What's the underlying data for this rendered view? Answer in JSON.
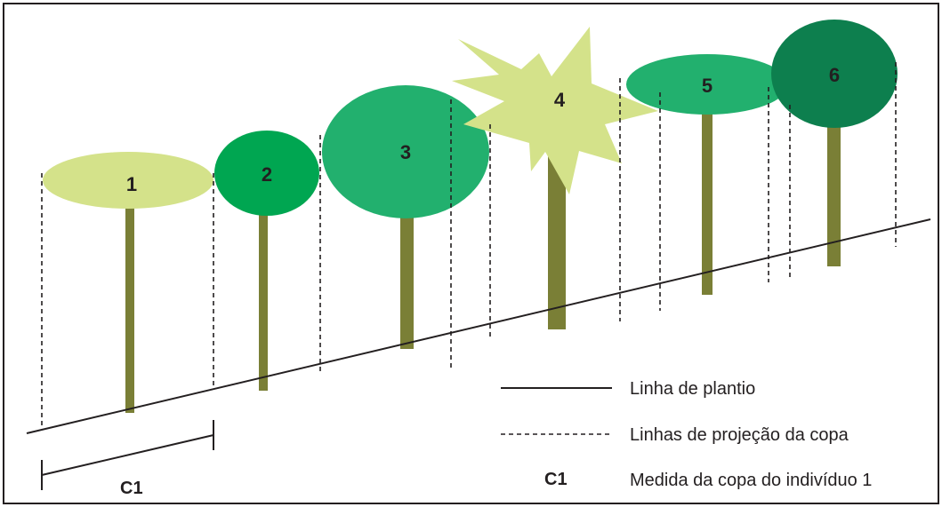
{
  "colors": {
    "frame": "#231f20",
    "trunk": "#7a7f36",
    "light_green": "#d4e28a",
    "medium_green": "#00a651",
    "teal_green": "#22b06e",
    "dark_green": "#0d7f4e"
  },
  "trees": [
    {
      "label": "1",
      "crown_shape": "ellipse",
      "crown_color": "#d4e28a"
    },
    {
      "label": "2",
      "crown_shape": "ellipse",
      "crown_color": "#00a651"
    },
    {
      "label": "3",
      "crown_shape": "ellipse",
      "crown_color": "#22b06e"
    },
    {
      "label": "4",
      "crown_shape": "starburst",
      "crown_color": "#d4e28a"
    },
    {
      "label": "5",
      "crown_shape": "ellipse",
      "crown_color": "#22b06e"
    },
    {
      "label": "6",
      "crown_shape": "ellipse",
      "crown_color": "#0d7f4e"
    }
  ],
  "measure": {
    "label": "C1"
  },
  "legend": {
    "planting_line": "Linha de plantio",
    "projection_lines": "Linhas de projeção da copa",
    "crown_symbol": "C1",
    "crown_measure": "Medida da copa do indivíduo 1"
  }
}
